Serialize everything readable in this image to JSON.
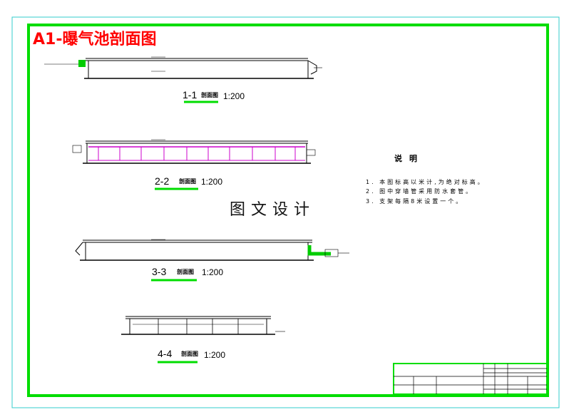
{
  "drawing_title": "A1-曝气池剖面图",
  "sections": [
    {
      "number": "1-1",
      "word": "剖面图",
      "scale": "1:200"
    },
    {
      "number": "2-2",
      "word": "剖面图",
      "scale": "1:200"
    },
    {
      "number": "3-3",
      "word": "剖面图",
      "scale": "1:200"
    },
    {
      "number": "4-4",
      "word": "剖面图",
      "scale": "1:200"
    }
  ],
  "notes": {
    "heading": "说明",
    "items": [
      "1. 本图标高以米计,为绝对标高。",
      "2. 图中穿墙管采用防水套管。",
      "3. 支架每隔8米设置一个。"
    ]
  },
  "watermark": "图文设计",
  "colors": {
    "border": "#00dd00",
    "outer_border": "#33cccc",
    "title": "#ff0000",
    "diffuser": "#cc00cc",
    "pipe": "#00cc00"
  }
}
